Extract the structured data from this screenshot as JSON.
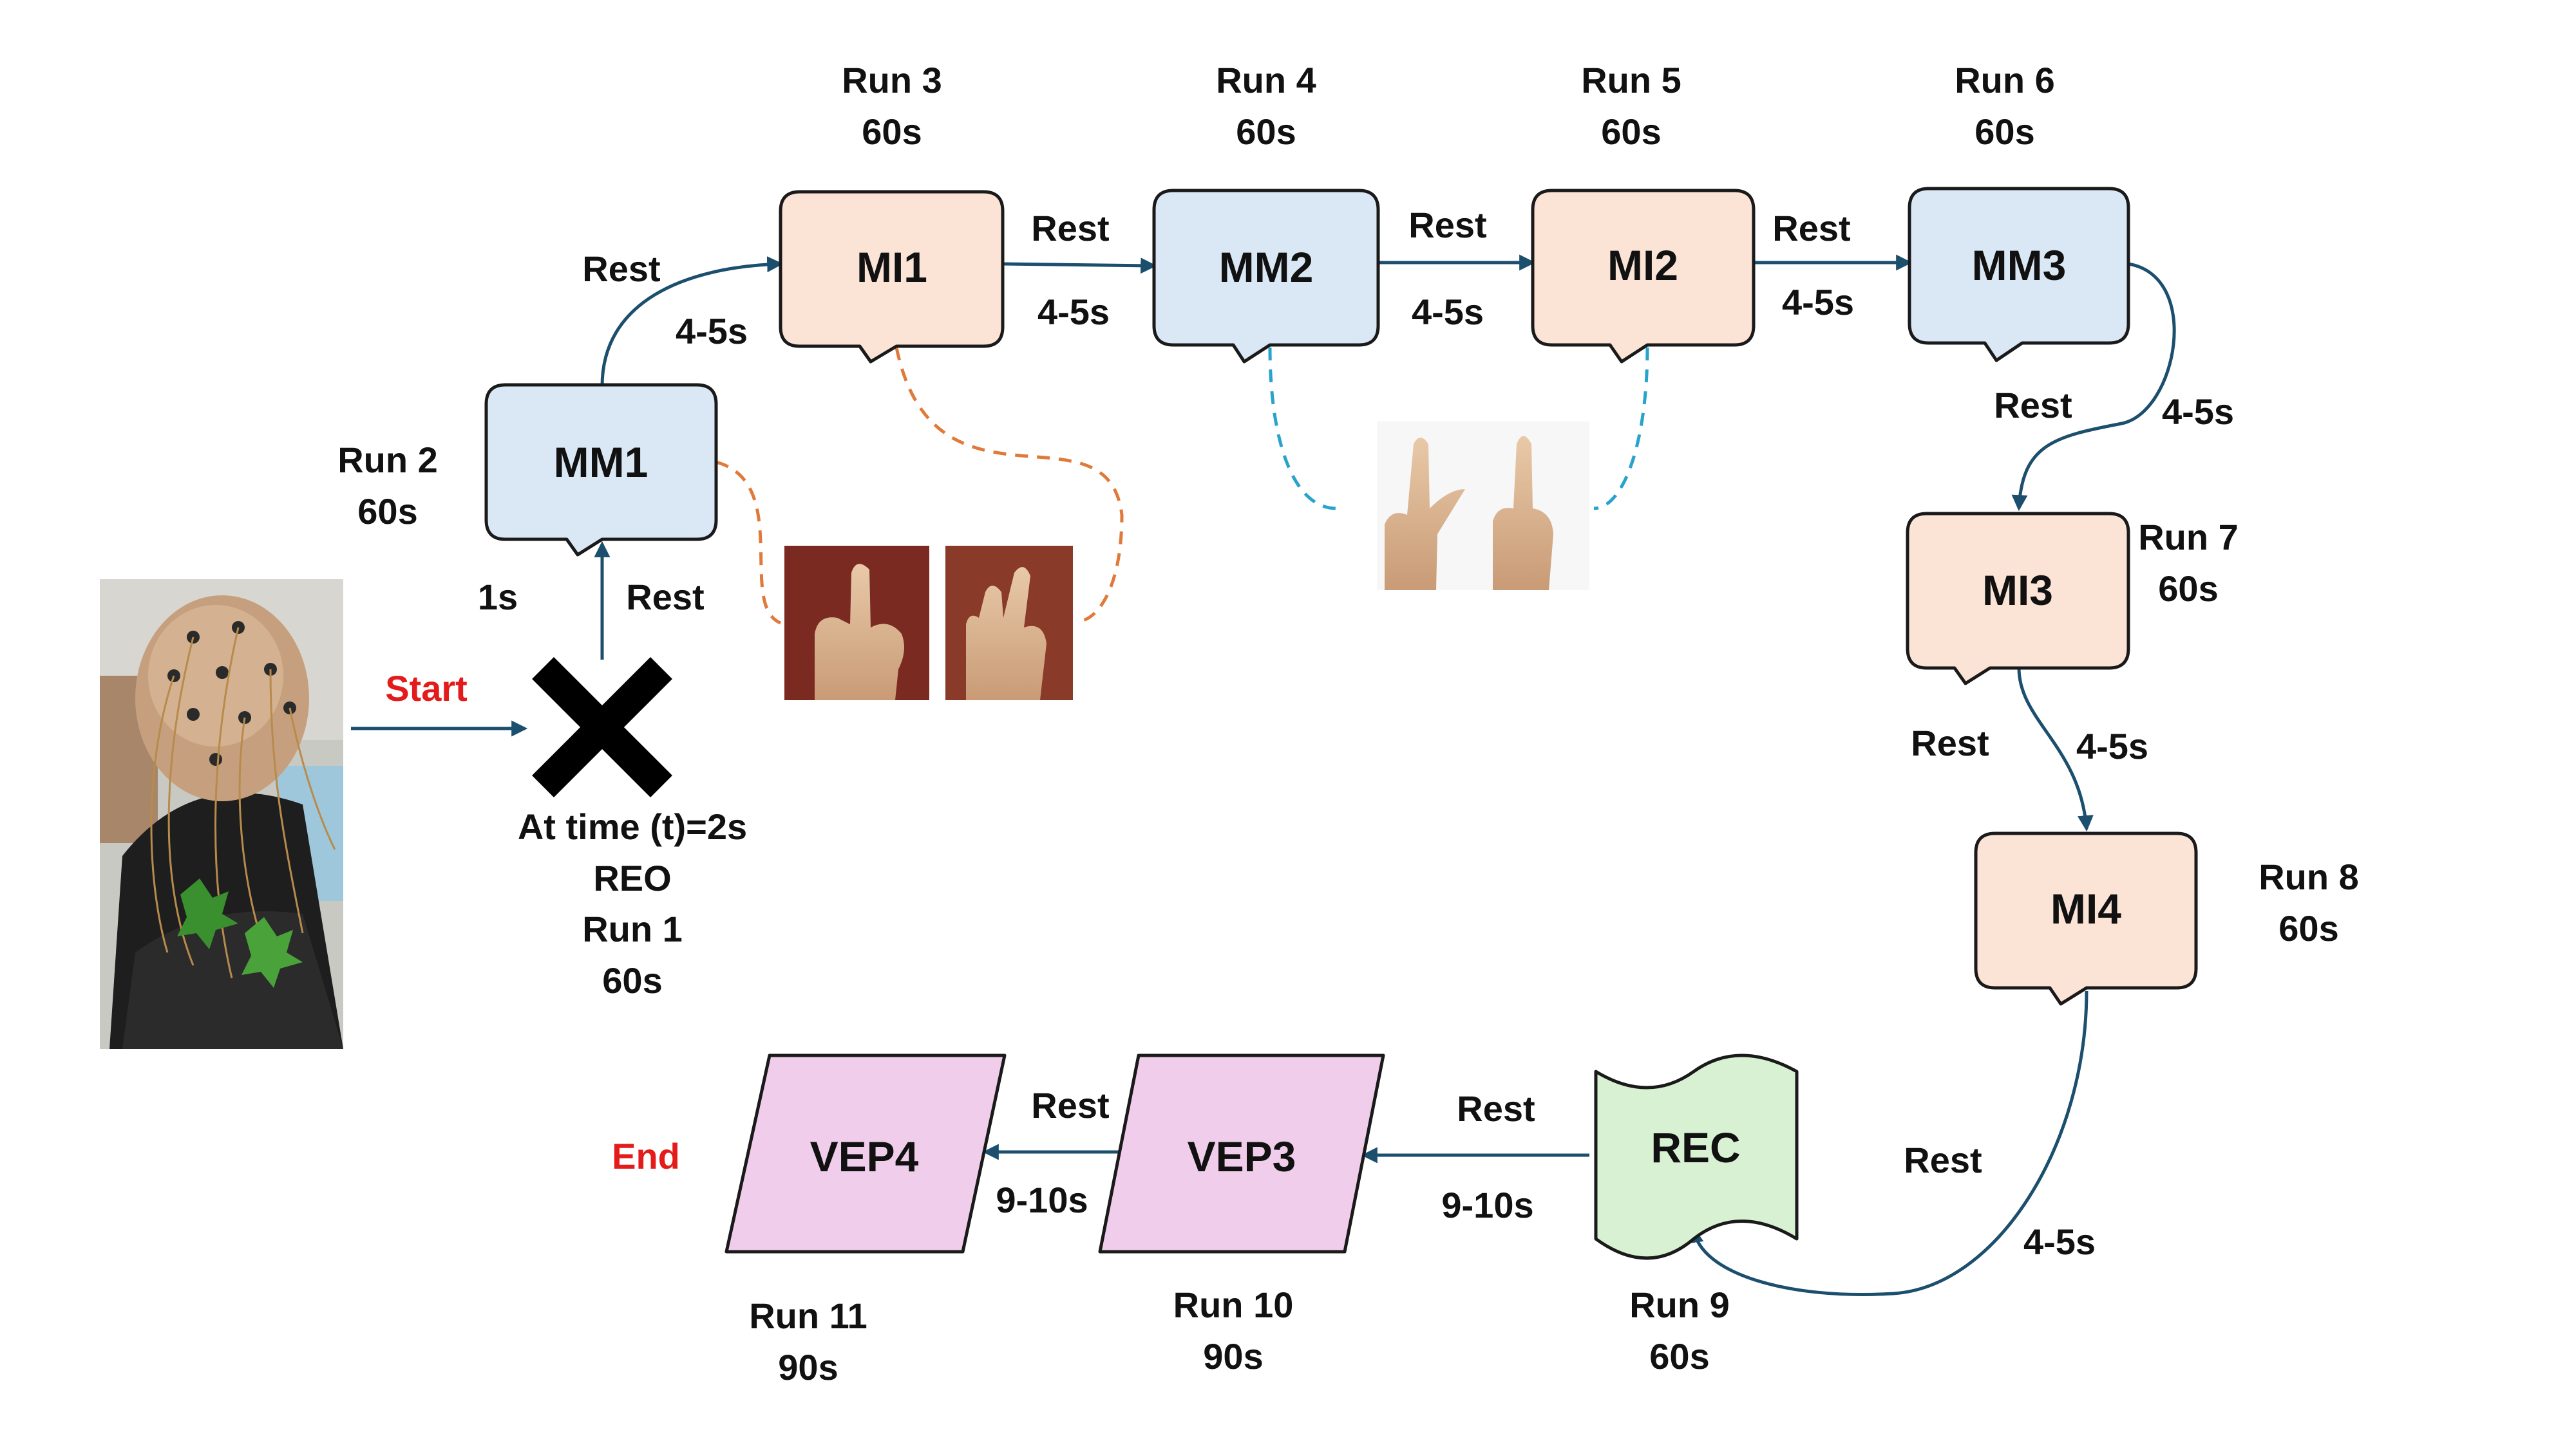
{
  "nodes": {
    "mm1": "MM1",
    "mi1": "MI1",
    "mm2": "MM2",
    "mi2": "MI2",
    "mm3": "MM3",
    "mi3": "MI3",
    "mi4": "MI4",
    "rec": "REC",
    "vep3": "VEP3",
    "vep4": "VEP4"
  },
  "runs": {
    "run1": [
      "At time (t)=2s",
      "REO",
      "Run 1",
      "60s"
    ],
    "run2": [
      "Run 2",
      "60s"
    ],
    "run3": [
      "Run 3",
      "60s"
    ],
    "run4": [
      "Run 4",
      "60s"
    ],
    "run5": [
      "Run 5",
      "60s"
    ],
    "run6": [
      "Run 6",
      "60s"
    ],
    "run7": [
      "Run 7",
      "60s"
    ],
    "run8": [
      "Run 8",
      "60s"
    ],
    "run9": [
      "Run 9",
      "60s"
    ],
    "run10": [
      "Run 10",
      "90s"
    ],
    "run11": [
      "Run 11",
      "90s"
    ]
  },
  "labels": {
    "start": "Start",
    "end": "End",
    "rest": "Rest",
    "t1s": "1s",
    "t45": "4-5s",
    "t910": "9-10s"
  },
  "colors": {
    "mm_fill": "#dae8f5",
    "mi_fill": "#fbe3d6",
    "rec_fill": "#d9f1d3",
    "vep_fill": "#f0cdea",
    "arrow": "#1c4f6e",
    "orange_dash": "#e07a3a",
    "blue_dash": "#27a3cc",
    "start_end": "#e31b1b"
  },
  "icons": {
    "start_marker": "x-cross-icon",
    "photo_subject": "eeg-cap-subject-photo",
    "hand_pair_mi1": "finger-gesture-photos",
    "hand_pair_mm2": "finger-point-photos"
  }
}
